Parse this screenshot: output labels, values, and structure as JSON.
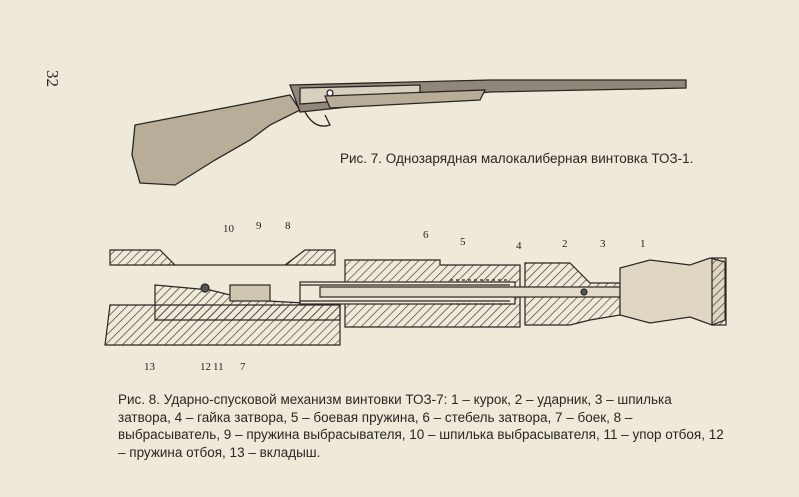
{
  "page_number": "32",
  "figure7": {
    "caption": "Рис. 7. Однозарядная малокалиберная винтовка ТОЗ-1."
  },
  "figure8": {
    "caption": "Рис. 8. Ударно-спусковой механизм винтовки ТОЗ-7: 1 – курок, 2 – ударник, 3 – шпилька затвора, 4 – гайка затвора, 5 – боевая пружина, 6 – стебель затвора, 7 – боек, 8 – выбрасыватель, 9 – пружина выбрасывателя, 10 – шпилька выбрасывателя, 11 – упор отбоя, 12 – пружина отбоя, 13 – вкладыш.",
    "labels": [
      "1",
      "2",
      "3",
      "4",
      "5",
      "6",
      "7",
      "8",
      "9",
      "10",
      "11",
      "12",
      "13"
    ]
  }
}
